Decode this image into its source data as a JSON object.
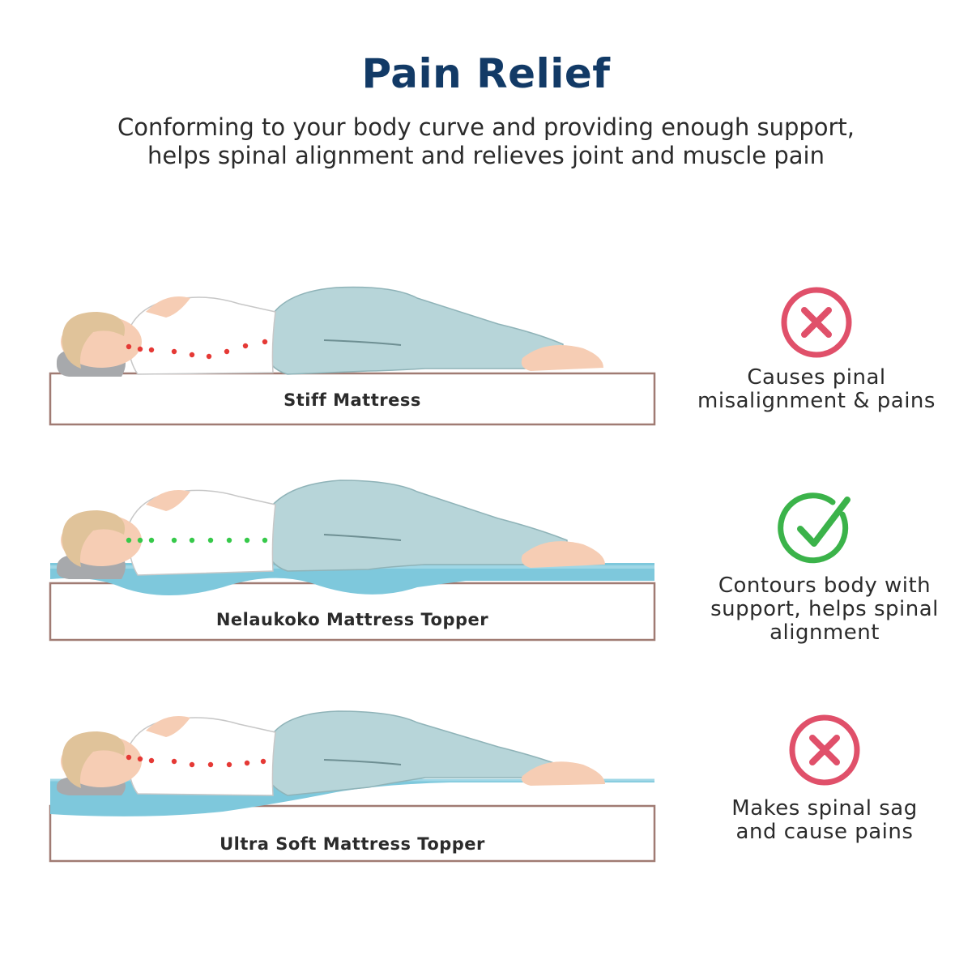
{
  "header": {
    "title": "Pain Relief",
    "subtitle_lines": [
      "Conforming to your body curve and providing enough support,",
      "helps spinal alignment and relieves joint and muscle pain"
    ]
  },
  "rows": [
    {
      "mattress_label": "Stiff Mattress",
      "verdict_icon": "cross-icon",
      "caption_lines": [
        "Causes pinal",
        "misalignment & pains"
      ]
    },
    {
      "mattress_label": "Nelaukoko Mattress Topper",
      "verdict_icon": "check-icon",
      "caption_lines": [
        "Contours body with",
        "support, helps spinal",
        "alignment"
      ]
    },
    {
      "mattress_label": "Ultra Soft Mattress Topper",
      "verdict_icon": "cross-icon",
      "caption_lines": [
        "Makes spinal sag",
        "and cause pains"
      ]
    }
  ],
  "colors": {
    "title": "#123a66",
    "bad": "#e0506a",
    "good": "#3bb34a",
    "spine_bad": "#e53935",
    "spine_good": "#36c94a",
    "foam": "#7ec8dc",
    "pants": "#b7d5d9",
    "skin": "#f6cdb4",
    "hair": "#e0c39a",
    "mattress_border": "#a07b73"
  }
}
